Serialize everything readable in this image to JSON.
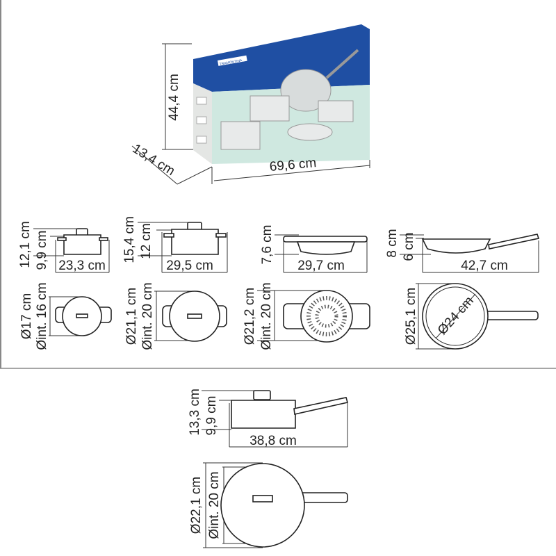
{
  "colors": {
    "box_blue": "#1f4fa3",
    "box_mint": "#cfe8e0",
    "box_side": "#e4e6e4",
    "line": "#222222"
  },
  "box": {
    "brand": "TRAMONTINA",
    "height_label": "44,4 cm",
    "depth_label": "13,4 cm",
    "width_label": "69,6 cm"
  },
  "items": [
    {
      "name": "casserole-16",
      "height_total": "12,1 cm",
      "height_body": "9,9 cm",
      "width": "23,3 cm",
      "diameter": "Ø17 cm",
      "diameter_int": "Øint. 16 cm"
    },
    {
      "name": "casserole-20",
      "height_total": "15,4 cm",
      "height_body": "12 cm",
      "width": "29,5 cm",
      "diameter": "Ø21,1 cm",
      "diameter_int": "Øint. 20 cm"
    },
    {
      "name": "steamer-20",
      "height_body": "7,6 cm",
      "width": "29,7 cm",
      "diameter": "Ø21,2 cm",
      "diameter_int": "Øint. 20 cm"
    },
    {
      "name": "frying-pan-24",
      "height_total": "8 cm",
      "height_body": "6 cm",
      "width": "42,7 cm",
      "diameter": "Ø25,1 cm",
      "diameter_int": "Ø24 cm"
    },
    {
      "name": "saucepan-20",
      "height_total": "13,3 cm",
      "height_body": "9,9 cm",
      "width": "38,8 cm",
      "diameter": "Ø22,1 cm",
      "diameter_int": "Øint. 20 cm"
    }
  ]
}
